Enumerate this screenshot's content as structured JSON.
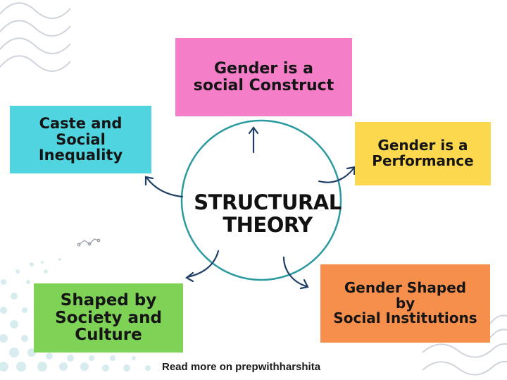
{
  "diagram": {
    "center": {
      "line1": "STRUCTURAL",
      "line2": "THEORY",
      "circle_color": "#2a9aa0"
    },
    "nodes": [
      {
        "id": "top",
        "lines": [
          "Gender is a",
          "social Construct"
        ],
        "color": "#f47ec8"
      },
      {
        "id": "left",
        "lines": [
          "Caste and",
          "Social",
          "Inequality"
        ],
        "color": "#4fd4e0"
      },
      {
        "id": "right",
        "lines": [
          "Gender is a",
          "Performance"
        ],
        "color": "#fbd84e"
      },
      {
        "id": "bottom-left",
        "lines": [
          "Shaped by",
          "Society and",
          "Culture"
        ],
        "color": "#7ed357"
      },
      {
        "id": "bottom-right",
        "lines": [
          "Gender Shaped",
          "by",
          "Social Institutions"
        ],
        "color": "#f68e4c"
      }
    ],
    "arrow_color": "#1f3f66",
    "footer": "Read more on prepwithharshita"
  }
}
